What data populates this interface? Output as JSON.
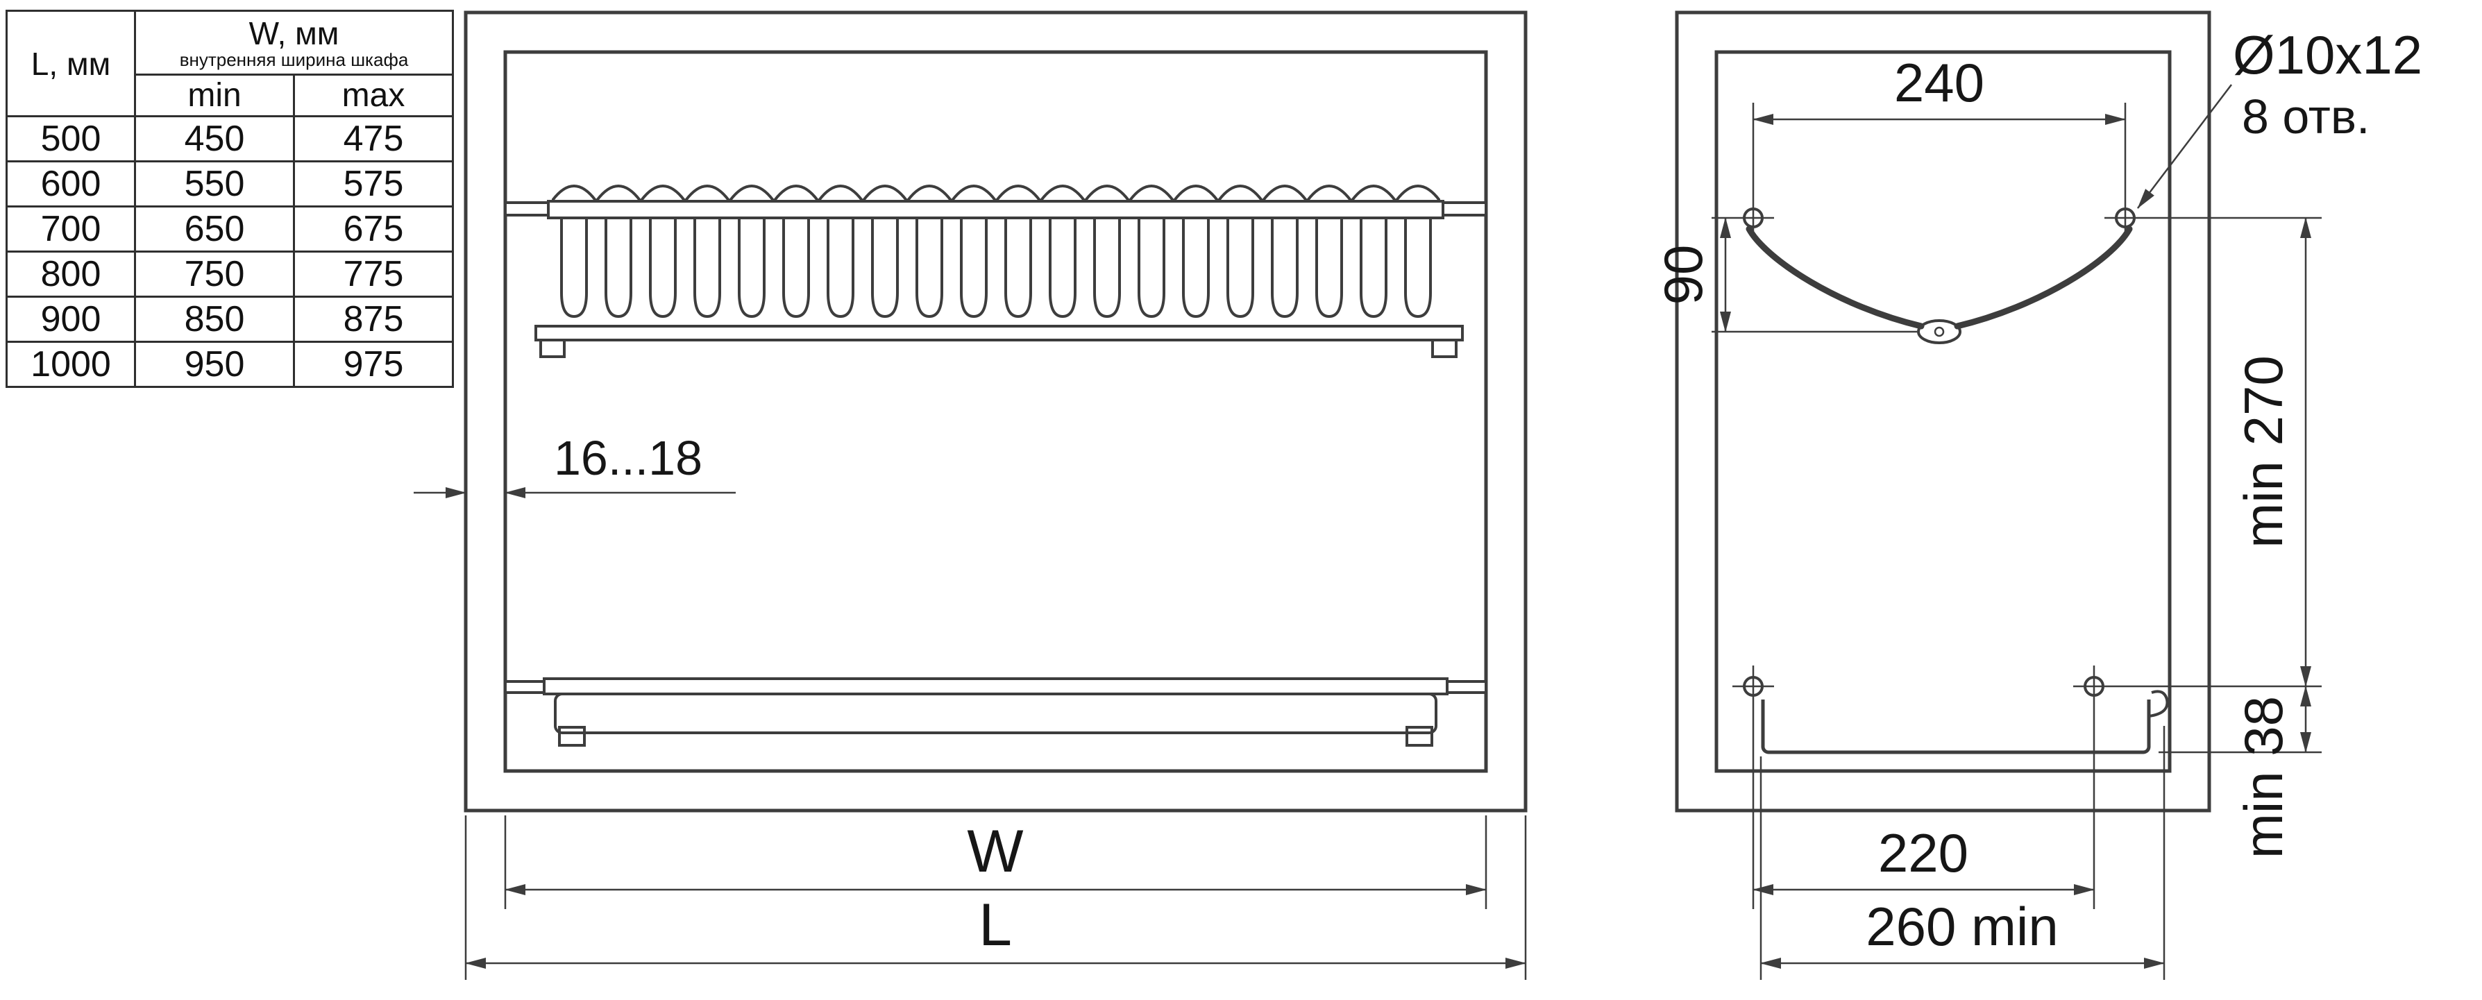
{
  "colors": {
    "line": "#3d3d3d",
    "text": "#161616",
    "background": "#ffffff"
  },
  "table": {
    "l_header": "L, мм",
    "w_header": "W, мм",
    "w_subheader": "внутренняя ширина шкафа",
    "min_header": "min",
    "max_header": "max",
    "rows": [
      {
        "l": "500",
        "min": "450",
        "max": "475"
      },
      {
        "l": "600",
        "min": "550",
        "max": "575"
      },
      {
        "l": "700",
        "min": "650",
        "max": "675"
      },
      {
        "l": "800",
        "min": "750",
        "max": "775"
      },
      {
        "l": "900",
        "min": "850",
        "max": "875"
      },
      {
        "l": "1000",
        "min": "950",
        "max": "975"
      }
    ]
  },
  "front_view": {
    "wall_thickness": "16...18",
    "inner_width_label": "W",
    "outer_width_label": "L"
  },
  "side_view": {
    "hole_spacing_top": "240",
    "bracket_drop": "90",
    "hole_spec": "Ø10x12",
    "hole_count": "8 отв.",
    "vertical_min": "min 270",
    "bottom_offset_min": "min 38",
    "hole_spacing_bottom": "220",
    "depth_min": "260 min"
  }
}
